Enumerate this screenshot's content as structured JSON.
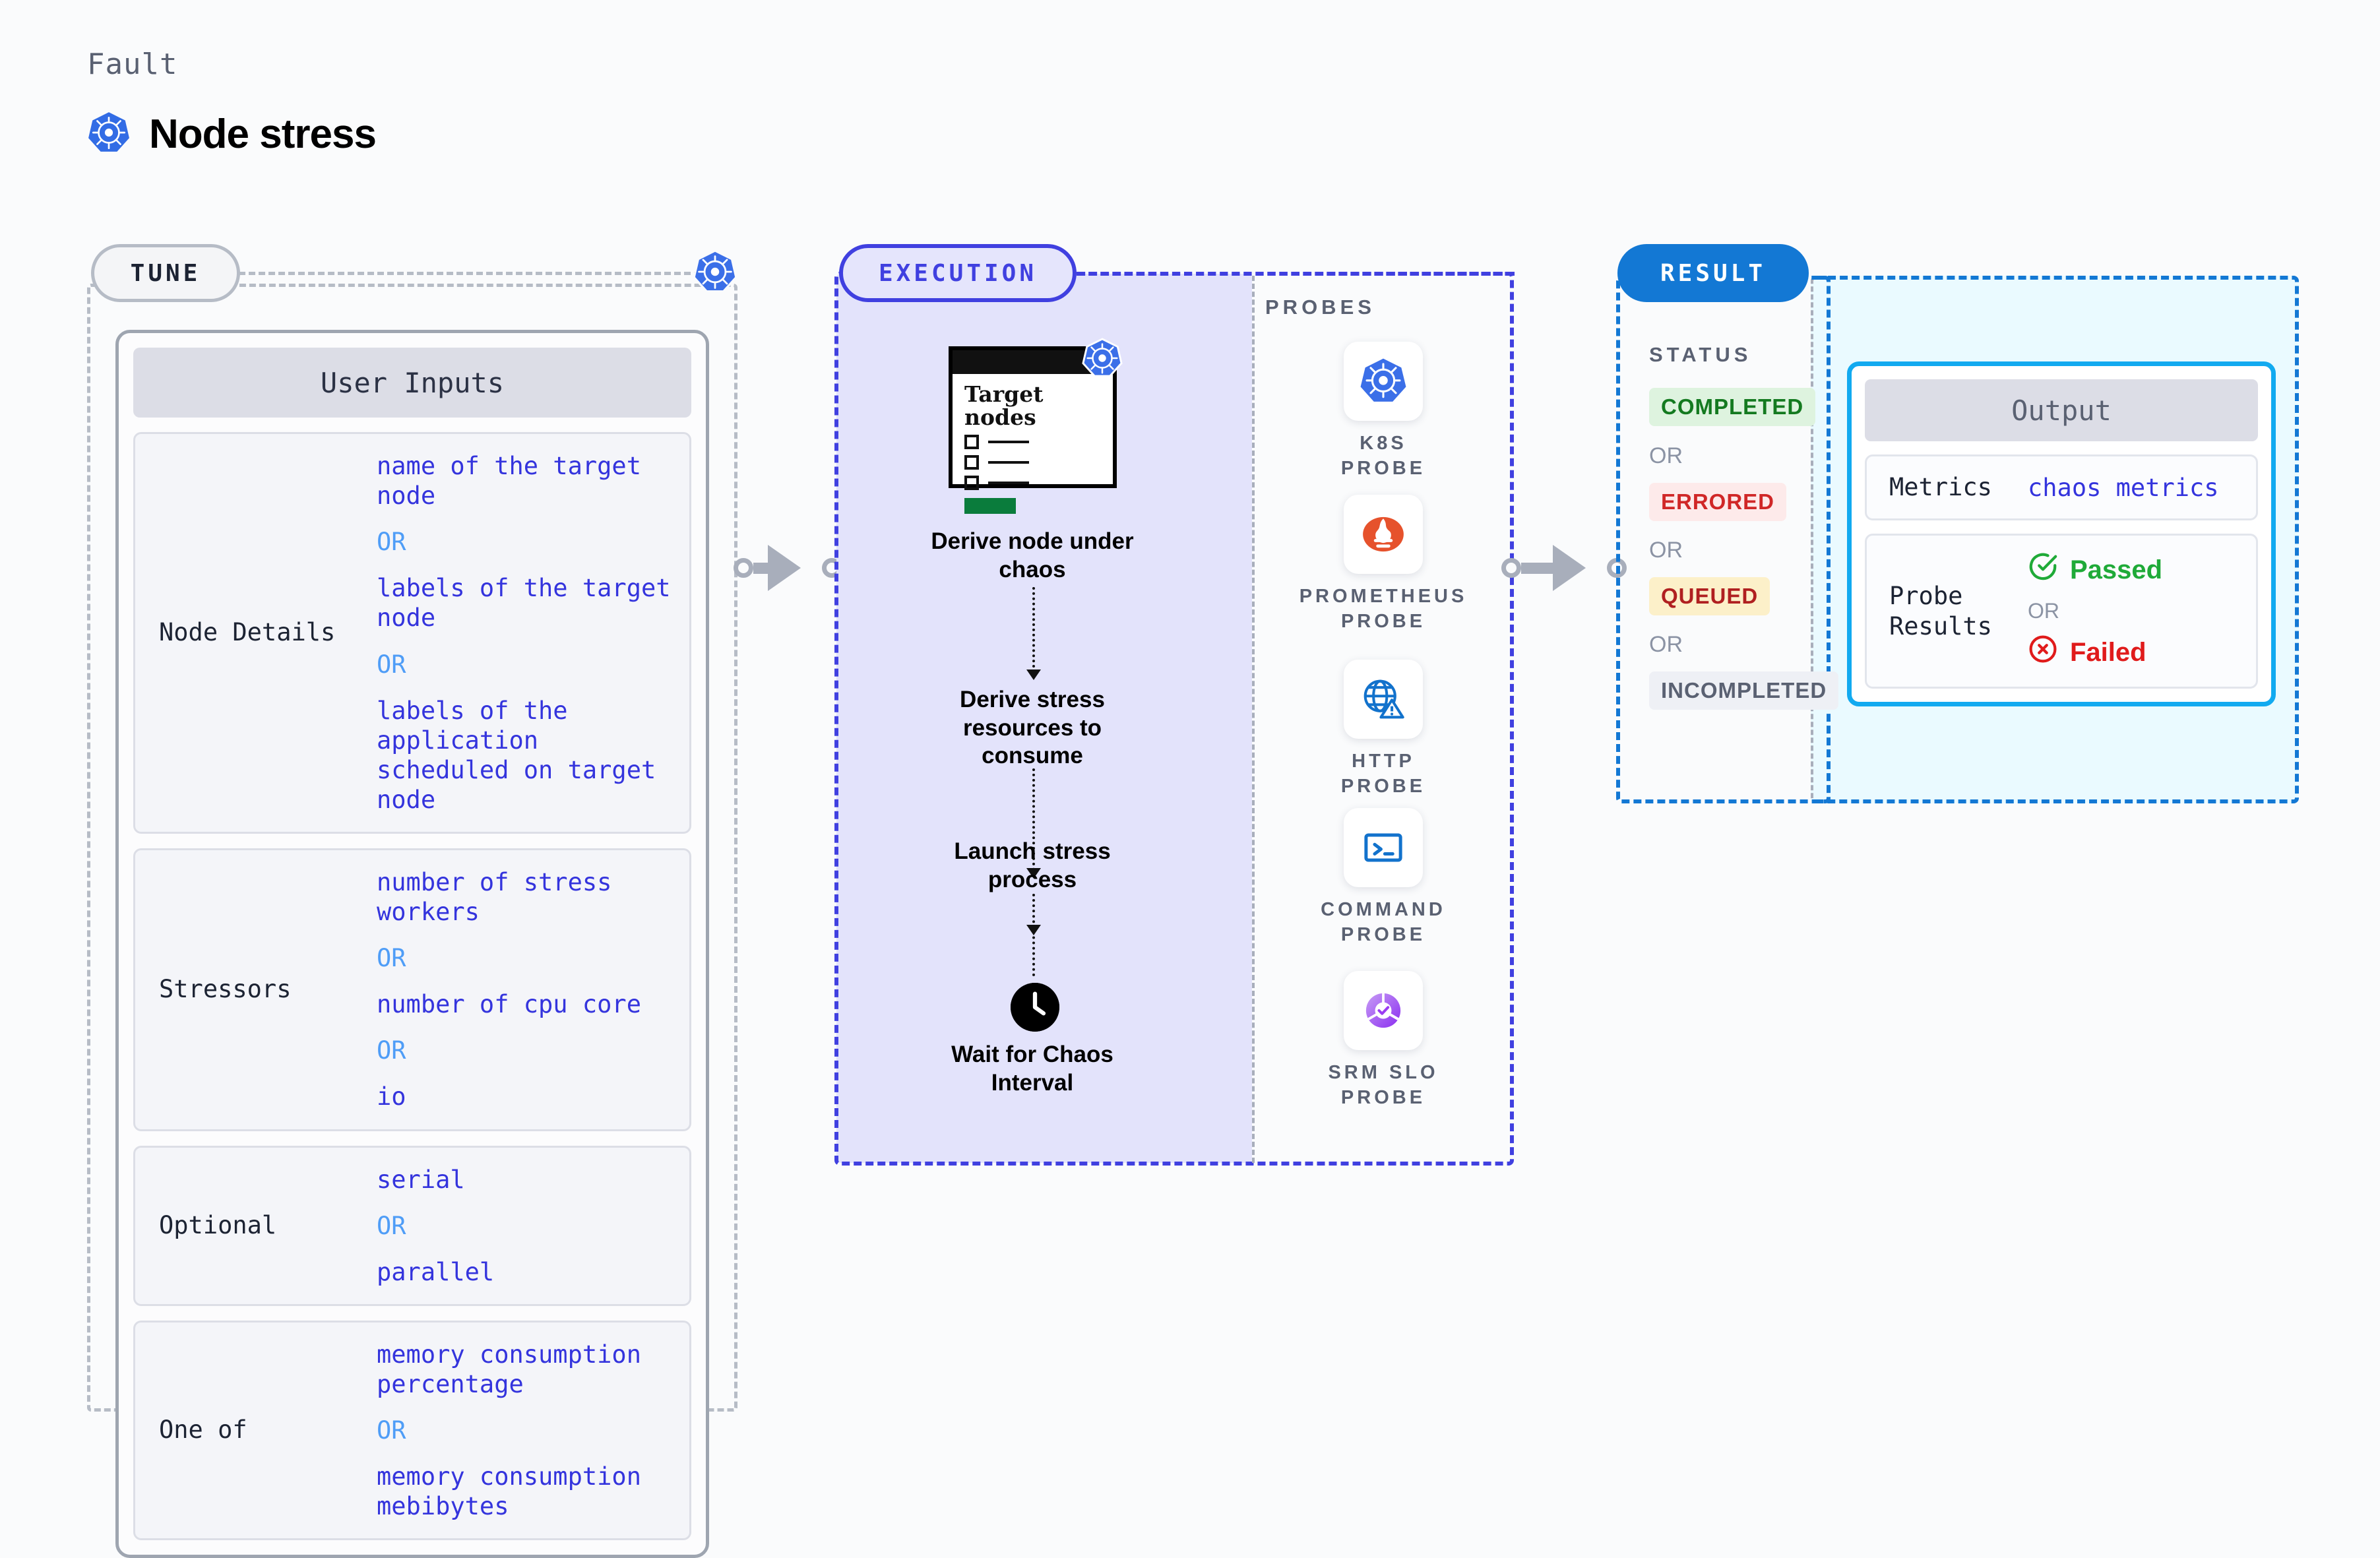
{
  "header": {
    "kicker": "Fault",
    "title": "Node stress",
    "icon": "kubernetes-icon"
  },
  "tune": {
    "badge": "TUNE",
    "k8s_icon": "kubernetes-icon",
    "card_title": "User Inputs",
    "or_label": "OR",
    "groups": [
      {
        "key": "Node Details",
        "values": [
          "name of the target node",
          "labels of the target node",
          "labels of the application\n scheduled on target node"
        ]
      },
      {
        "key": "Stressors",
        "values": [
          "number of stress workers",
          "number of cpu core",
          "io"
        ]
      },
      {
        "key": "Optional",
        "values": [
          "serial",
          "parallel"
        ]
      },
      {
        "key": "One of",
        "values": [
          "memory consumption percentage",
          "memory consumption mebibytes"
        ]
      }
    ]
  },
  "execution": {
    "badge": "EXECUTION",
    "card": {
      "title": "Target nodes",
      "k8s_icon": "kubernetes-icon",
      "rows": 3,
      "progress_color": "#0a7c3c"
    },
    "steps": [
      "Derive node under chaos",
      "Derive stress resources to consume",
      "Launch stress process",
      "Wait for Chaos Interval"
    ],
    "clock_icon": "clock-icon",
    "probes_label": "PROBES",
    "probes": [
      {
        "label": "K8S PROBE",
        "icon": "kubernetes-icon"
      },
      {
        "label": "PROMETHEUS PROBE",
        "icon": "prometheus-icon"
      },
      {
        "label": "HTTP PROBE",
        "icon": "globe-warning-icon"
      },
      {
        "label": "COMMAND PROBE",
        "icon": "terminal-icon"
      },
      {
        "label": "SRM SLO PROBE",
        "icon": "slo-check-icon"
      }
    ]
  },
  "result": {
    "badge": "RESULT",
    "status_label": "STATUS",
    "or_label": "OR",
    "statuses": [
      {
        "label": "COMPLETED",
        "bg": "#def3df",
        "fg": "#147a20"
      },
      {
        "label": "ERRORED",
        "bg": "#fdeaea",
        "fg": "#d02727"
      },
      {
        "label": "QUEUED",
        "bg": "#fcf0c9",
        "fg": "#b02020"
      },
      {
        "label": "INCOMPLETED",
        "bg": "#eef0f5",
        "fg": "#5a6172"
      }
    ],
    "output": {
      "title": "Output",
      "metrics_key": "Metrics",
      "metrics_value": "chaos metrics",
      "probe_key": "Probe Results",
      "passed": "Passed",
      "failed": "Failed",
      "or_label": "OR",
      "passed_color": "#1faa38",
      "failed_color": "#e01b1b",
      "passed_icon": "check-circle-icon",
      "failed_icon": "x-circle-icon"
    }
  }
}
